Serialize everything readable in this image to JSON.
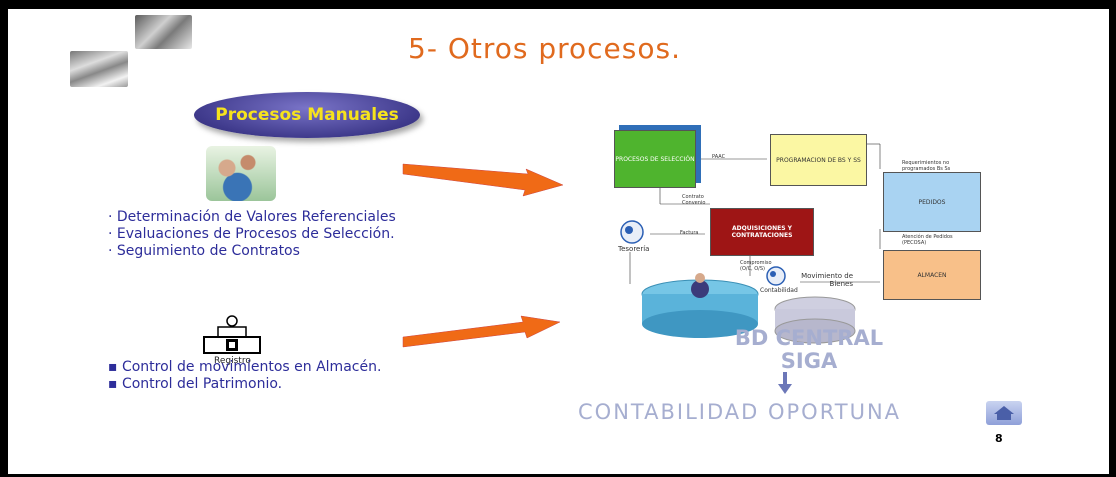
{
  "slide": {
    "title": "5- Otros procesos.",
    "pill_label": "Procesos Manuales",
    "page_number": "8",
    "colors": {
      "title": "#e06a1e",
      "pill_text": "#f6e31c",
      "pill_bg": "#3f3a8c",
      "bullet_text": "#2d2d9a",
      "arrow": "#f06a16",
      "db_text": "#a6aed0"
    }
  },
  "bullets_manual": [
    "Determinación de Valores Referenciales",
    "Evaluaciones de Procesos de Selección.",
    "Seguimiento de Contratos"
  ],
  "bullets_registro": [
    "Control de movimientos en Almacén.",
    "Control del Patrimonio."
  ],
  "registro_label": "Registro",
  "diagram": {
    "procesos": "PROCESOS DE SELECCIÓN",
    "programacion": "PROGRAMACION DE BS Y SS",
    "pedidos": "PEDIDOS",
    "adquisiciones": "ADQUISICIONES Y CONTRATACIONES",
    "almacen": "ALMACEN",
    "tesoreria": "Tesorería",
    "contabilidad": "Contabilidad",
    "movimiento": "Movimiento de Bienes",
    "paac": "PAAC",
    "contrato": "Contrato Convenio",
    "factura": "Factura",
    "compromiso": "Compromiso (O/C, O/S)",
    "requerimientos": "Requerimientos no programados Bs Ss",
    "atencion": "Atención de Pedidos (PECOSA)"
  },
  "db_central": "BD CENTRAL SIGA",
  "contabilidad_oportuna": "CONTABILIDAD OPORTUNA"
}
